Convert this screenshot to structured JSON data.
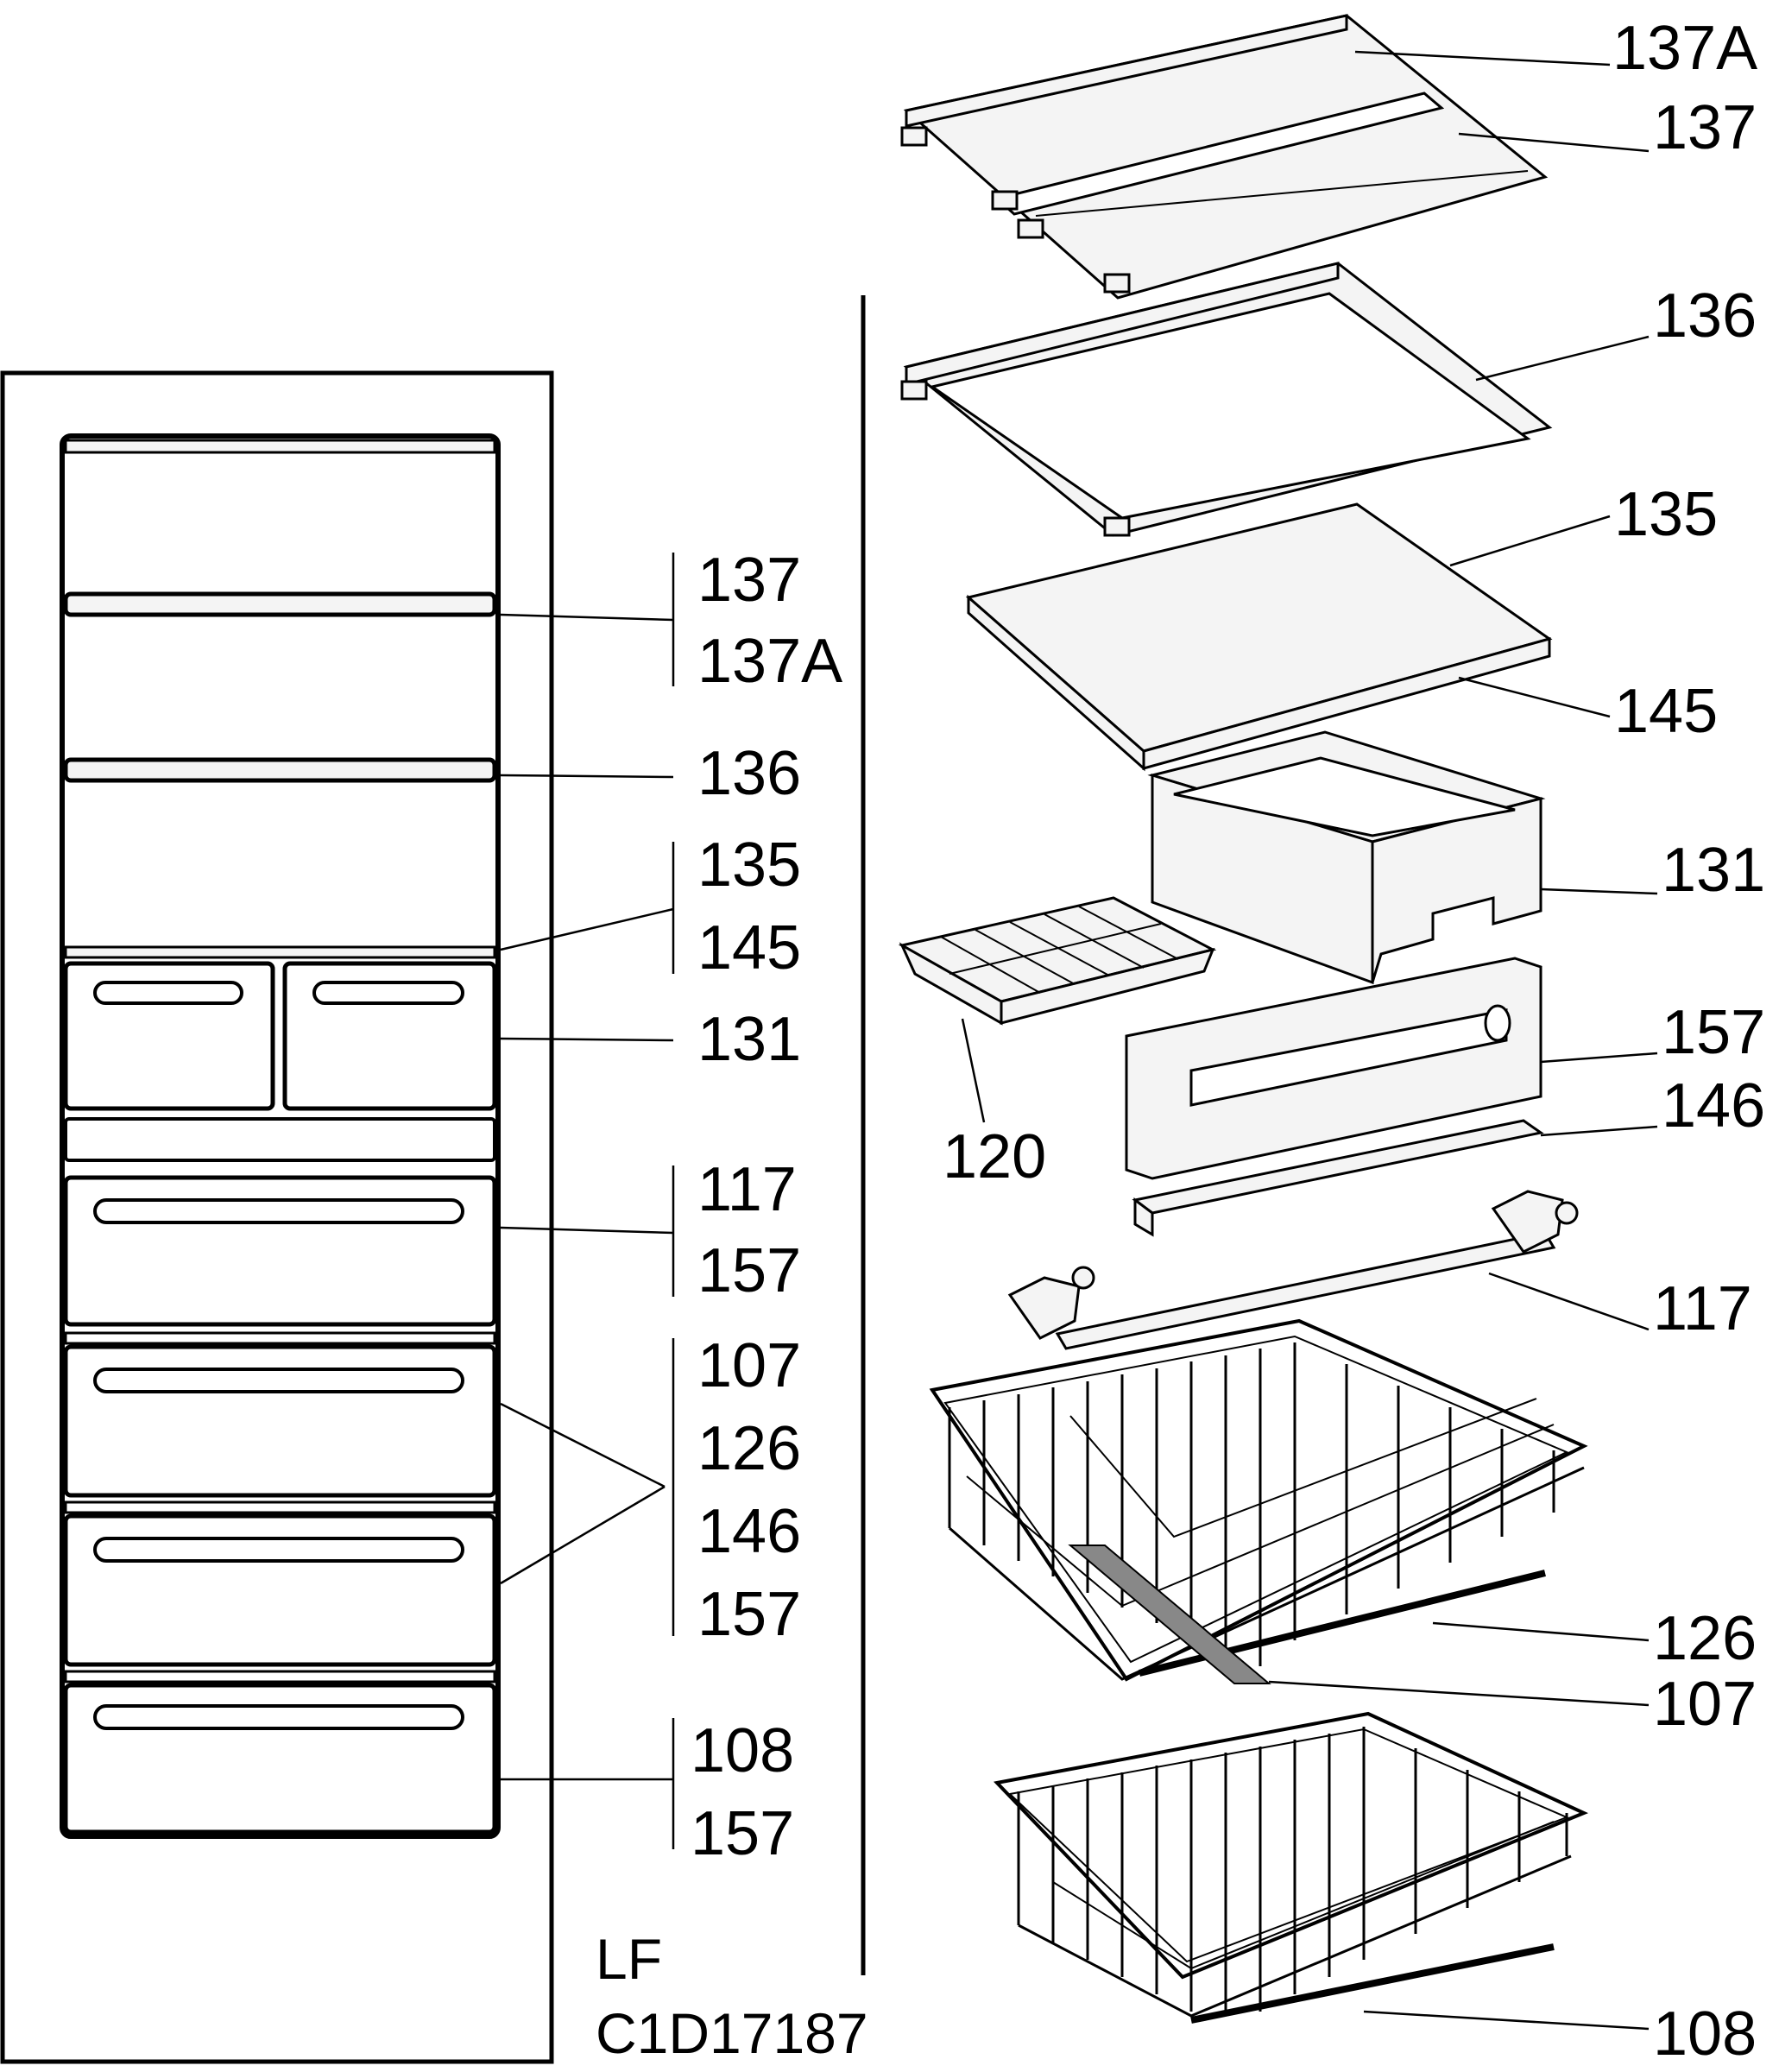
{
  "left_callouts": [
    [
      "137",
      "137A"
    ],
    [
      "136"
    ],
    [
      "135",
      "145"
    ],
    [
      "131"
    ],
    [
      "117",
      "157"
    ],
    [
      "107",
      "126",
      "146",
      "157"
    ],
    [
      "108",
      "157"
    ]
  ],
  "right_callouts": [
    "137A",
    "137",
    "136",
    "135",
    "145",
    "131",
    "157",
    "146",
    "120",
    "117",
    "126",
    "107",
    "108"
  ],
  "footer": {
    "line1": "LF",
    "line2": "C1D17187"
  },
  "colors": {
    "ink": "#000000",
    "fill": "#f4f4f4",
    "paper": "#ffffff"
  }
}
